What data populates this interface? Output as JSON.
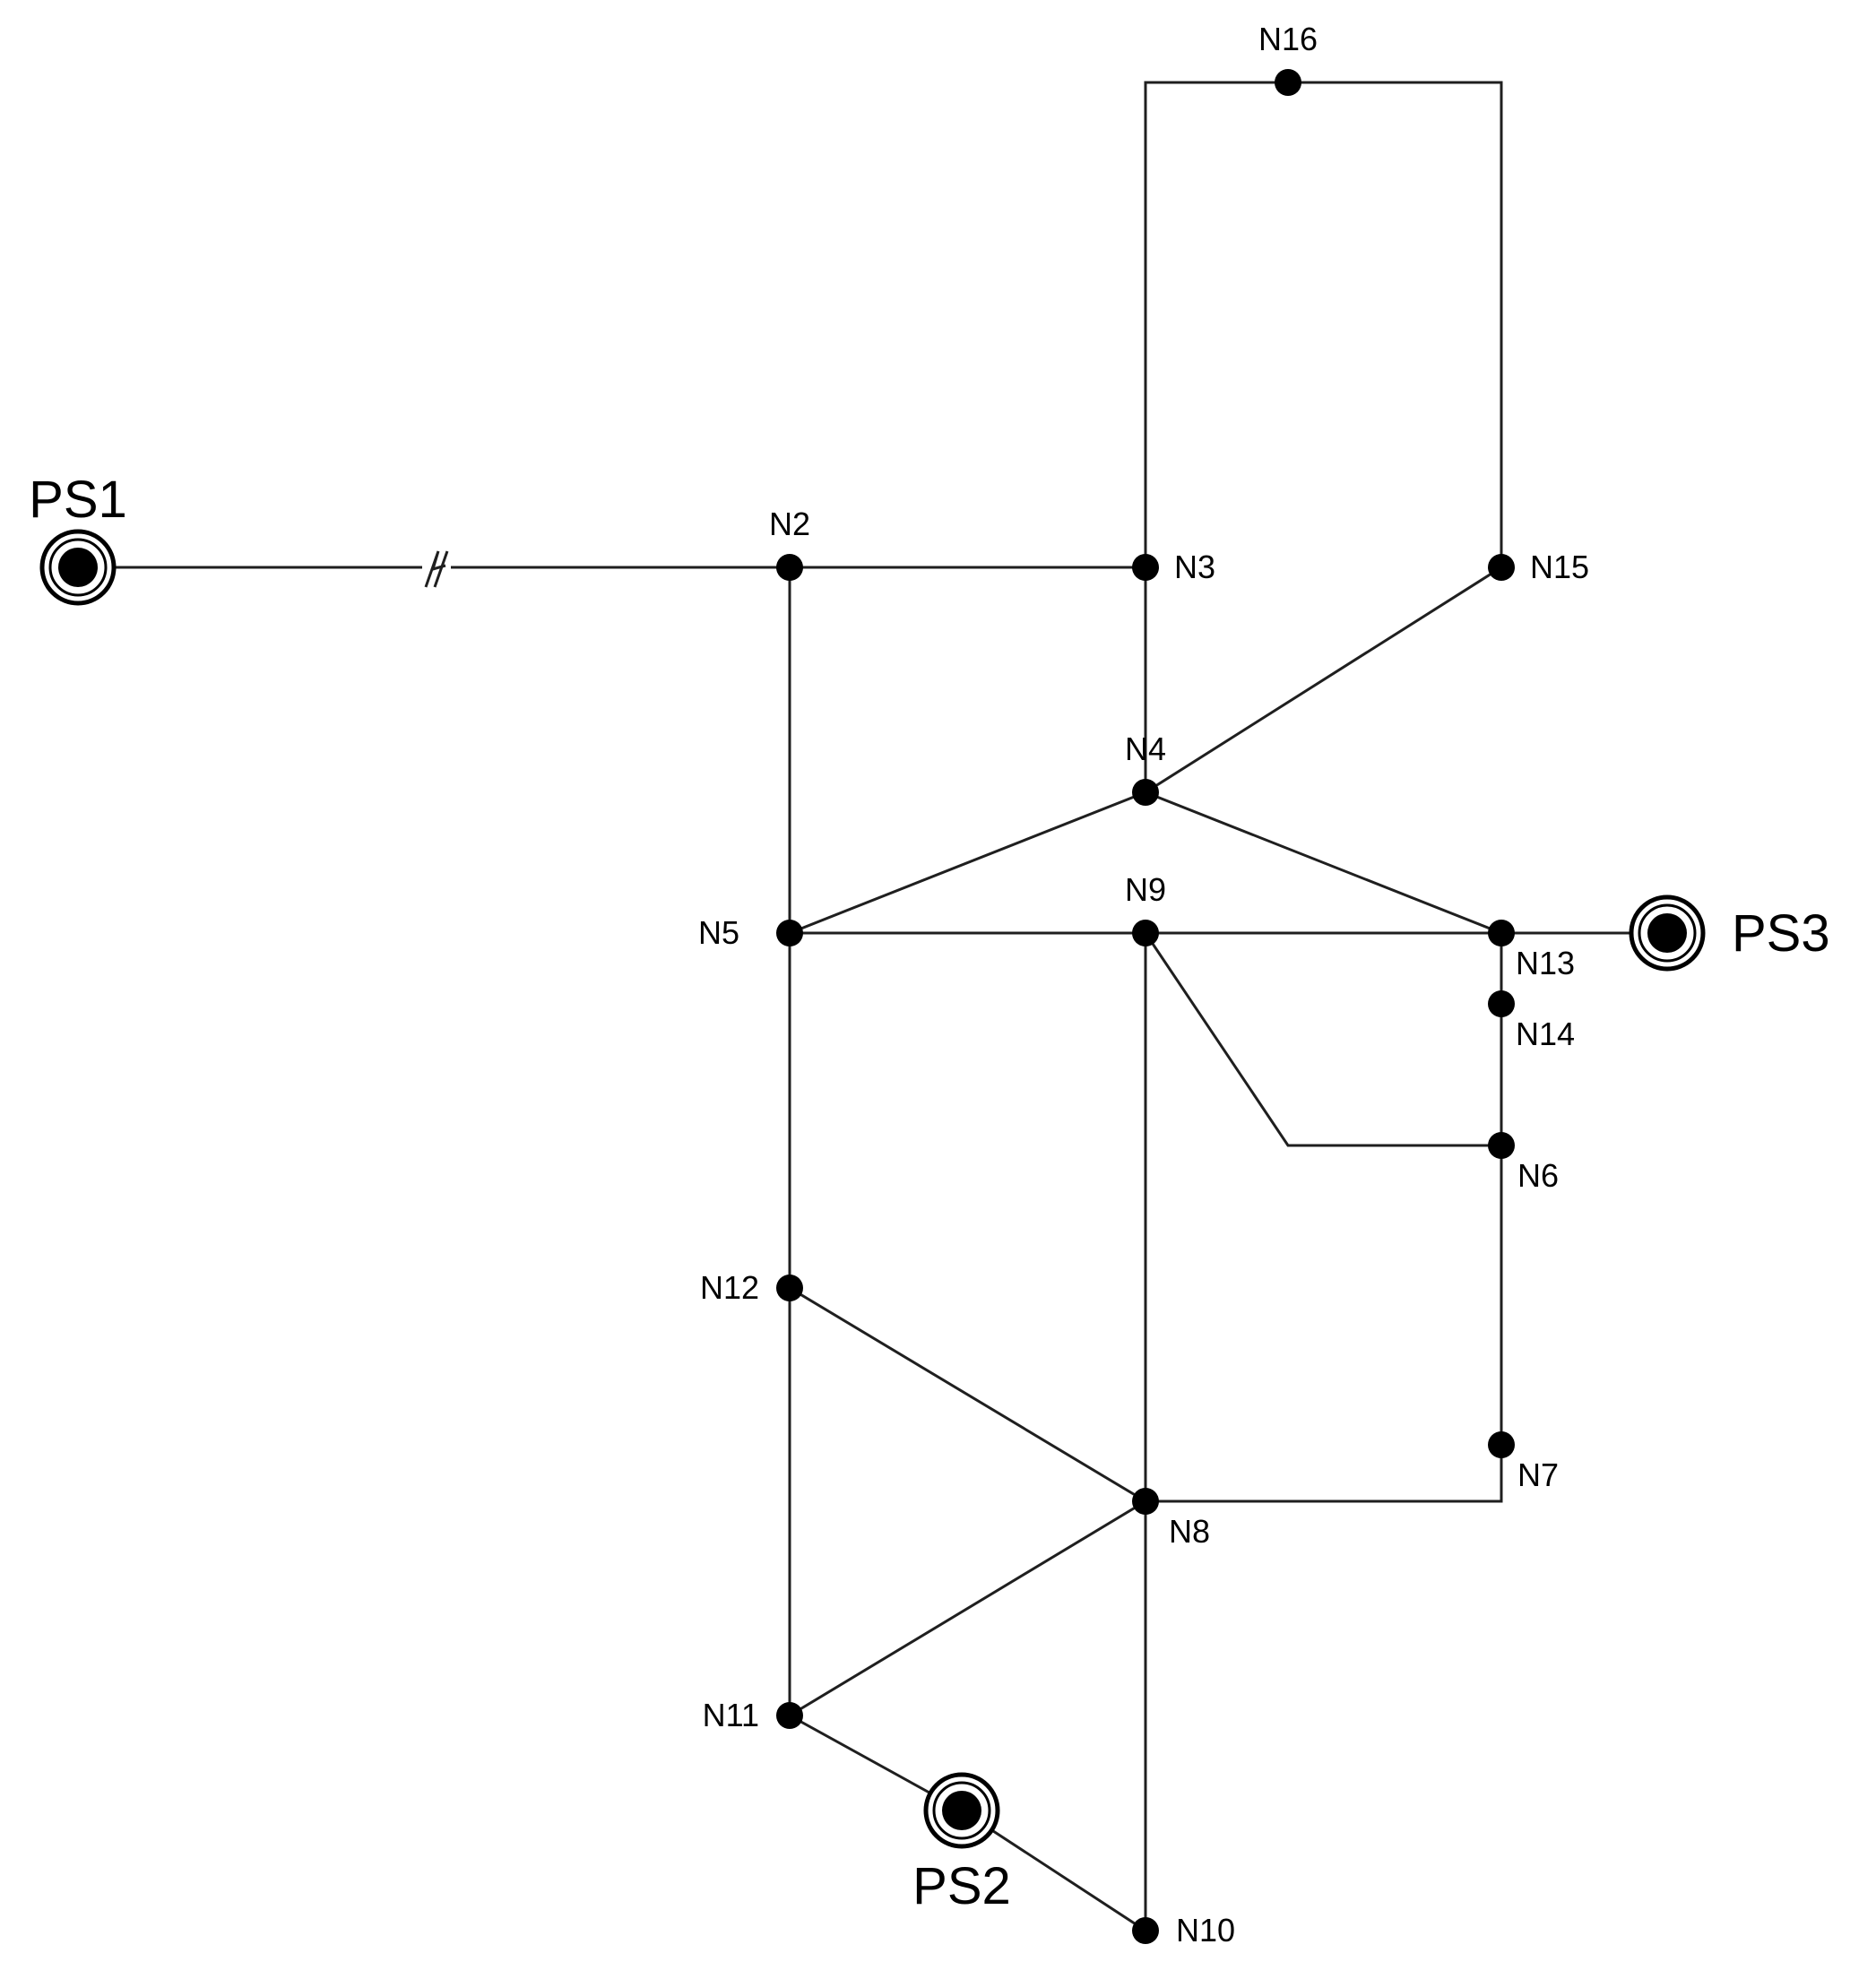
{
  "nodes": [
    {
      "id": "N2",
      "label": "N2"
    },
    {
      "id": "N3",
      "label": "N3"
    },
    {
      "id": "N4",
      "label": "N4"
    },
    {
      "id": "N5",
      "label": "N5"
    },
    {
      "id": "N6",
      "label": "N6"
    },
    {
      "id": "N7",
      "label": "N7"
    },
    {
      "id": "N8",
      "label": "N8"
    },
    {
      "id": "N9",
      "label": "N9"
    },
    {
      "id": "N10",
      "label": "N10"
    },
    {
      "id": "N11",
      "label": "N11"
    },
    {
      "id": "N12",
      "label": "N12"
    },
    {
      "id": "N13",
      "label": "N13"
    },
    {
      "id": "N14",
      "label": "N14"
    },
    {
      "id": "N15",
      "label": "N15"
    },
    {
      "id": "N16",
      "label": "N16"
    }
  ],
  "sources": [
    {
      "id": "PS1",
      "label": "PS1"
    },
    {
      "id": "PS2",
      "label": "PS2"
    },
    {
      "id": "PS3",
      "label": "PS3"
    }
  ],
  "edges": [
    {
      "from": "PS1",
      "to": "N2",
      "broken": true
    },
    {
      "from": "N2",
      "to": "N3"
    },
    {
      "from": "N2",
      "to": "N5"
    },
    {
      "from": "N3",
      "to": "N16"
    },
    {
      "from": "N16",
      "to": "N15"
    },
    {
      "from": "N3",
      "to": "N4"
    },
    {
      "from": "N4",
      "to": "N15"
    },
    {
      "from": "N4",
      "to": "N5"
    },
    {
      "from": "N4",
      "to": "N13"
    },
    {
      "from": "N5",
      "to": "N9"
    },
    {
      "from": "N9",
      "to": "N13"
    },
    {
      "from": "N13",
      "to": "PS3"
    },
    {
      "from": "N13",
      "to": "N14"
    },
    {
      "from": "N14",
      "to": "N6"
    },
    {
      "from": "N9",
      "to": "N6"
    },
    {
      "from": "N6",
      "to": "N7"
    },
    {
      "from": "N7",
      "to": "N8"
    },
    {
      "from": "N9",
      "to": "N8"
    },
    {
      "from": "N8",
      "to": "N10"
    },
    {
      "from": "N5",
      "to": "N12"
    },
    {
      "from": "N12",
      "to": "N8"
    },
    {
      "from": "N12",
      "to": "N11"
    },
    {
      "from": "N11",
      "to": "N8"
    },
    {
      "from": "N11",
      "to": "PS2"
    },
    {
      "from": "PS2",
      "to": "N10"
    }
  ]
}
